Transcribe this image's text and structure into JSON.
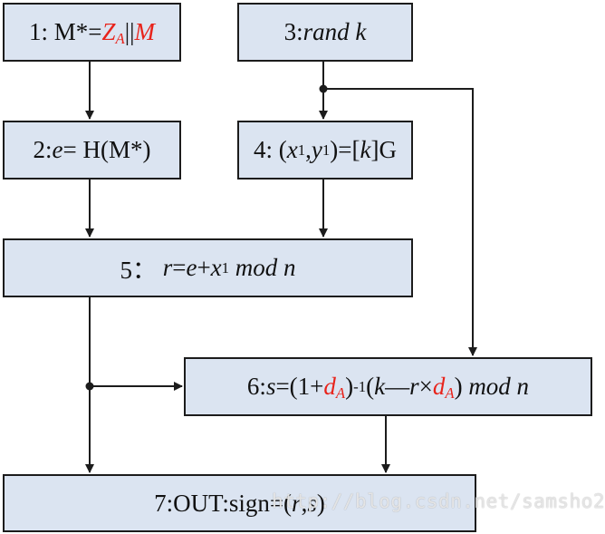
{
  "box1": {
    "prefix": "1: M*=",
    "za_base": "Z",
    "za_sub": "A",
    "sep": "||",
    "m": "M"
  },
  "box2": {
    "num": "2: ",
    "e": "e",
    "rest": " = H(M*)"
  },
  "box3": {
    "num": "3: ",
    "text": "rand k"
  },
  "box4": {
    "num": "4: (",
    "x": "x",
    "x_sub": "1",
    "comma": ",",
    "y": "y",
    "y_sub": "1",
    "mid": ")=[",
    "k": "k",
    "end": "]G"
  },
  "box5": {
    "num": "5：",
    "lhs": "r",
    "eq": "=",
    "e": "e",
    "plus": "+",
    "x": "x",
    "x_sub": "1",
    "mod": "mod n"
  },
  "box6": {
    "num": "6: ",
    "s": "s",
    "eq": "=(1+",
    "d": "d",
    "d_sub": "A",
    "close": ")",
    "sup": "-1",
    "open": "(",
    "k": "k",
    "minus": " —",
    "r": "r",
    "times": "×",
    "d2": "d",
    "d2_sub": "A",
    "close2": ")",
    "mod": "mod n"
  },
  "box7": {
    "prefix": "7:OUT:sign=(",
    "r": "r",
    "comma": ", ",
    "s": "s",
    "close": ")"
  },
  "watermark": "http://blog.csdn.net/samsho2",
  "colors": {
    "box_fill": "#dbe4f1",
    "highlight": "#e8231b",
    "line": "#1c1c1c"
  }
}
